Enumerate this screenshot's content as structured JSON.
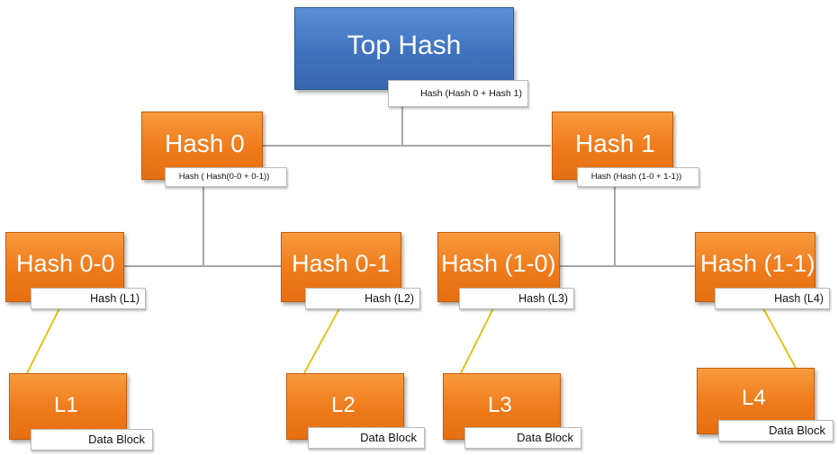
{
  "top": {
    "title": "Top Hash",
    "sub": "Hash (Hash 0 + Hash 1)"
  },
  "h0": {
    "title": "Hash 0",
    "sub": "Hash ( Hash(0-0  +  0-1))"
  },
  "h1": {
    "title": "Hash 1",
    "sub": "Hash (Hash (1-0 + 1-1))"
  },
  "h00": {
    "title": "Hash 0-0",
    "sub": "Hash (L1)"
  },
  "h01": {
    "title": "Hash 0-1",
    "sub": "Hash (L2)"
  },
  "h10": {
    "title": "Hash (1-0)",
    "sub": "Hash (L3)"
  },
  "h11": {
    "title": "Hash (1-1)",
    "sub": "Hash (L4)"
  },
  "l1": {
    "title": "L1",
    "sub": "Data Block"
  },
  "l2": {
    "title": "L2",
    "sub": "Data Block"
  },
  "l3": {
    "title": "L3",
    "sub": "Data Block"
  },
  "l4": {
    "title": "L4",
    "sub": "Data Block"
  },
  "colors": {
    "node_orange": "#ef7a1a",
    "node_blue": "#3f72bf",
    "tree_line": "#a6a6a6",
    "leaf_line": "#e6c21a"
  }
}
